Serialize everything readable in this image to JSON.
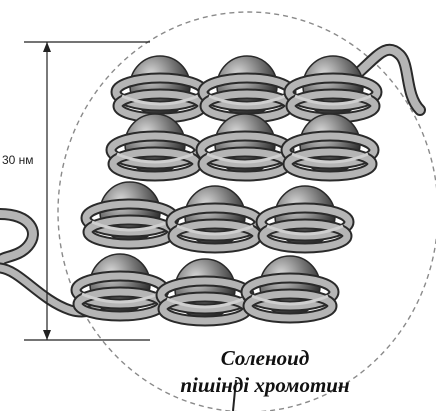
{
  "diagram": {
    "dimension_label": "30 нм",
    "caption_line1": "Соленоид",
    "caption_line2": "пішінді хромотин",
    "colors": {
      "bead_dark": "#3a3a3a",
      "bead_light": "#cfcfcf",
      "coil_fill": "#b5b5b5",
      "coil_stroke": "#2a2a2a",
      "outline_dash": "#8a8a8a"
    }
  }
}
